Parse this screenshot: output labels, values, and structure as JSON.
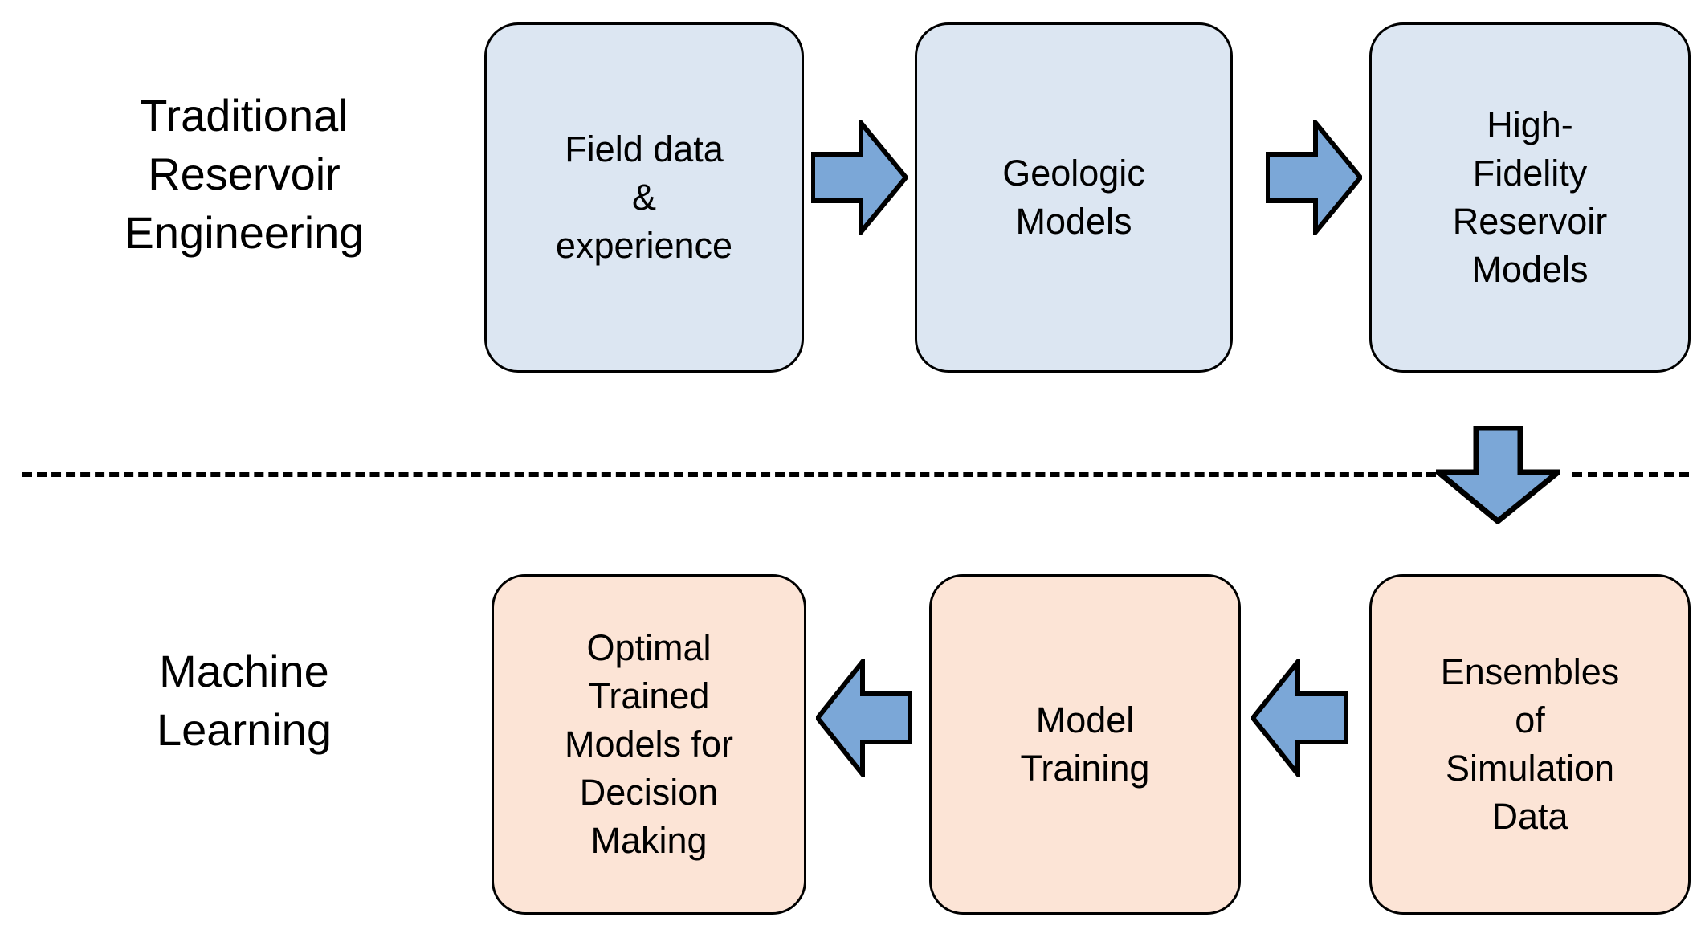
{
  "diagram": {
    "title": "Traditional Reservoir Engineering vs Machine Learning workflow",
    "colors": {
      "box_blue_fill": "#dce6f2",
      "box_peach_fill": "#fce4d6",
      "arrow_fill": "#7ba7d7",
      "outline": "#000000",
      "background": "#ffffff"
    },
    "rows": {
      "traditional": {
        "label": "Traditional\nReservoir\nEngineering",
        "steps": [
          {
            "id": "field-data",
            "label": "Field data\n&\nexperience"
          },
          {
            "id": "geologic-models",
            "label": "Geologic\nModels"
          },
          {
            "id": "high-fidelity-reservoir-models",
            "label": "High-\nFidelity\nReservoir\nModels"
          }
        ],
        "flow_direction": "left-to-right"
      },
      "machine_learning": {
        "label": "Machine\nLearning",
        "steps": [
          {
            "id": "optimal-trained-models",
            "label": "Optimal\nTrained\nModels for\nDecision\nMaking"
          },
          {
            "id": "model-training",
            "label": "Model\nTraining"
          },
          {
            "id": "ensembles-of-simulation-data",
            "label": "Ensembles\nof\nSimulation\nData"
          }
        ],
        "flow_direction": "right-to-left"
      }
    },
    "connectors": [
      {
        "id": "field-to-geologic",
        "icon": "arrow-right-icon",
        "direction": "right"
      },
      {
        "id": "geologic-to-highfidelity",
        "icon": "arrow-right-icon",
        "direction": "right"
      },
      {
        "id": "highfidelity-to-ensembles",
        "icon": "arrow-down-icon",
        "direction": "down"
      },
      {
        "id": "training-to-optimal",
        "icon": "arrow-left-icon",
        "direction": "left"
      },
      {
        "id": "ensembles-to-training",
        "icon": "arrow-left-icon",
        "direction": "left"
      }
    ],
    "divider": {
      "style": "dashed",
      "color": "#000000"
    }
  }
}
